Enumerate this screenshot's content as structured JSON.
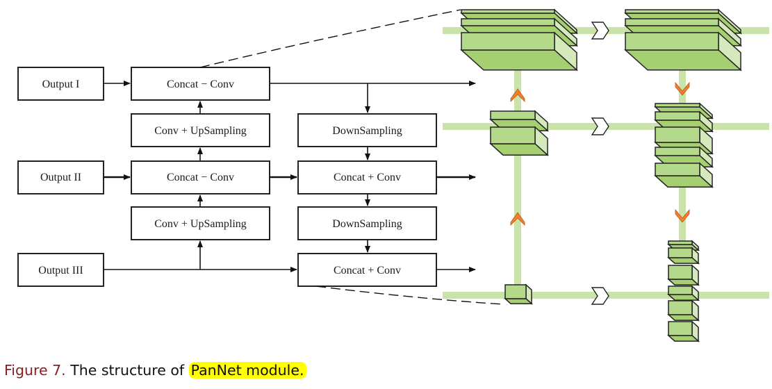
{
  "figure": {
    "caption_label": "Figure 7.",
    "caption_text": " The structure of ",
    "caption_highlight": "PanNet module.",
    "colors": {
      "caption_label": "#8b1c1c",
      "highlight": "#ffff00",
      "block_top": "#b5d98a",
      "block_front": "#a6cf72",
      "block_side": "#d5e9bd",
      "pathway": "#c9e3a8",
      "up_down_arrow": "#f07f2e"
    }
  },
  "flowchart": {
    "outputs": [
      {
        "id": "output1",
        "label": "Output I"
      },
      {
        "id": "output2",
        "label": "Output II"
      },
      {
        "id": "output3",
        "label": "Output III"
      }
    ],
    "topdown_column": [
      {
        "id": "concat1",
        "label": "Concat − Conv"
      },
      {
        "id": "upsample1",
        "label": "Conv + UpSampling"
      },
      {
        "id": "concat2",
        "label": "Concat − Conv"
      },
      {
        "id": "upsample2",
        "label": "Conv + UpSampling"
      }
    ],
    "bottomup_column": [
      {
        "id": "down1",
        "label": "DownSampling"
      },
      {
        "id": "concat3",
        "label": "Concat + Conv"
      },
      {
        "id": "down2",
        "label": "DownSampling"
      },
      {
        "id": "concat4",
        "label": "Concat + Conv"
      }
    ]
  },
  "pyramid_illustration": {
    "left_column": [
      "large feature map stack",
      "medium feature map stack",
      "small feature map"
    ],
    "right_column": [
      "large feature map stack",
      "medium feature map stack",
      "small feature map stack"
    ],
    "lateral_arrow_glyph": "chevron-right-outline",
    "left_vertical_arrow": "up",
    "right_vertical_arrow": "down"
  }
}
